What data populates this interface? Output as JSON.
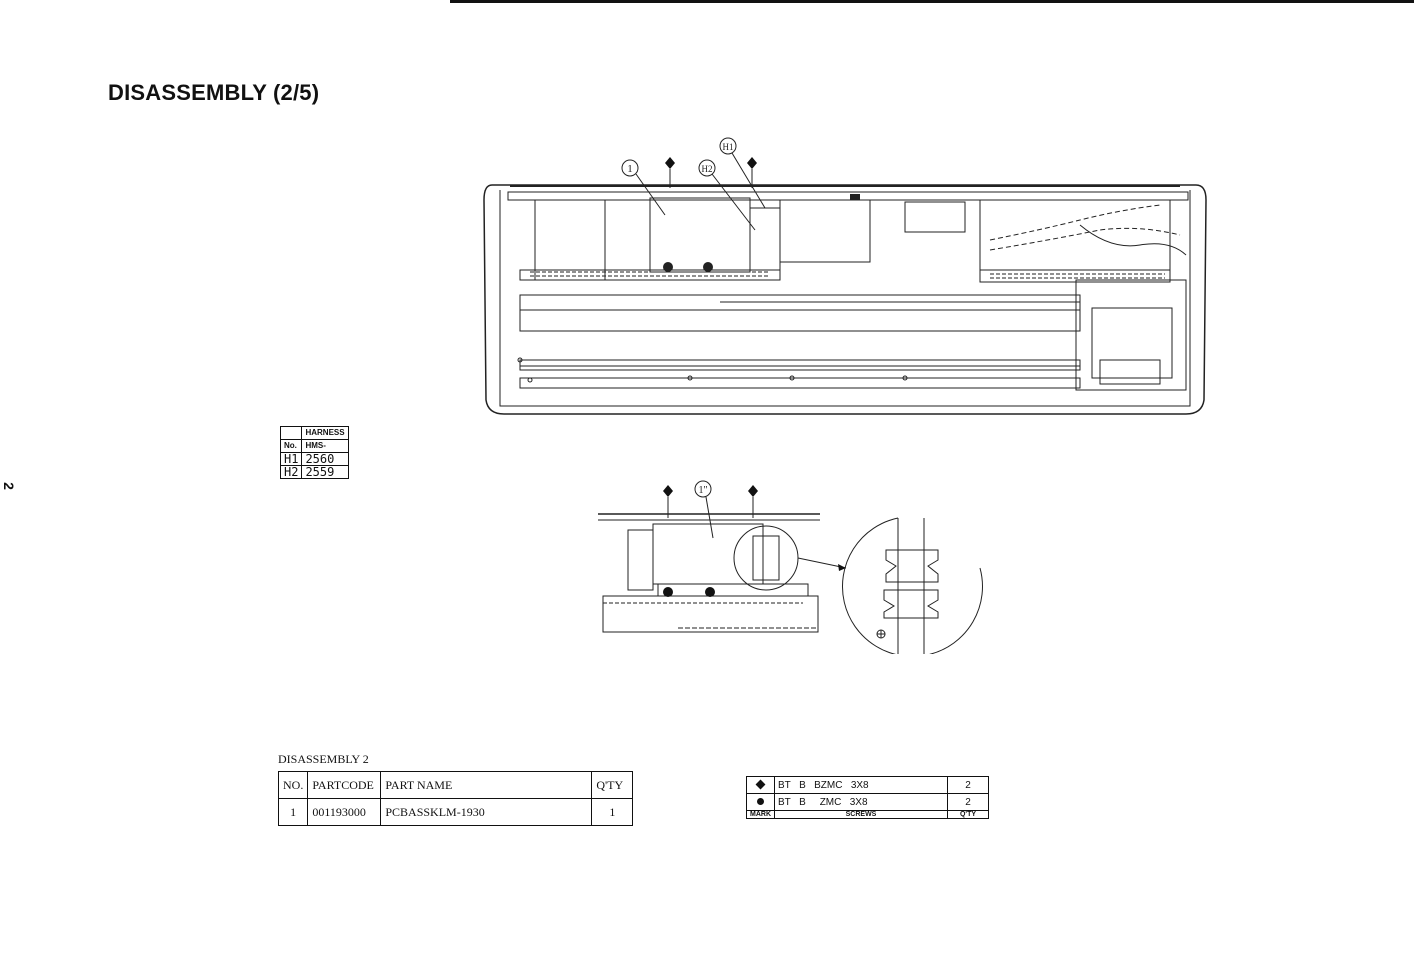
{
  "header": {
    "title": "DISASSEMBLY (2/5)",
    "page_number": "2"
  },
  "diagram": {
    "callouts": {
      "main_part": "1",
      "h1": "H1",
      "h2": "H2",
      "detail_part": "1\""
    }
  },
  "harness_table": {
    "header_label": "HARNESS",
    "col_no": "No.",
    "col_prefix": "HMS-",
    "rows": [
      {
        "no": "H1",
        "code": "2560"
      },
      {
        "no": "H2",
        "code": "2559"
      }
    ]
  },
  "parts_table": {
    "caption": "DISASSEMBLY 2",
    "headers": {
      "no": "NO.",
      "partcode": "PARTCODE",
      "partname": "PART NAME",
      "qty": "Q'TY"
    },
    "rows": [
      {
        "no": "1",
        "partcode": "001193000",
        "partname": "PCBASSKLM-1930",
        "qty": "1"
      }
    ]
  },
  "screws_table": {
    "rows": [
      {
        "mark": "diamond",
        "c1": "BT",
        "c2": "B",
        "c3": "BZMC",
        "c4": "3X8",
        "qty": "2"
      },
      {
        "mark": "dot",
        "c1": "BT",
        "c2": "B",
        "c3": "ZMC",
        "c4": "3X8",
        "qty": "2"
      }
    ],
    "footer": {
      "mark": "MARK",
      "screws": "SCREWS",
      "qty": "Q'TY"
    }
  }
}
